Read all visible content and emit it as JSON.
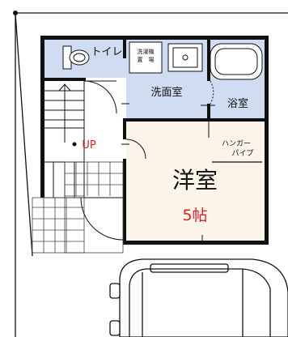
{
  "rooms": {
    "toilet": "トイレ",
    "washroom": "洗面室",
    "bath": "浴室",
    "western_room": "洋室",
    "western_room_size": "5帖"
  },
  "fixtures": {
    "washer_line1": "洗濯機",
    "washer_line2": "置　場",
    "hanger_line1": "ハンガー",
    "hanger_line2": "パイプ"
  },
  "stairs": {
    "up_label": "UP"
  },
  "colors": {
    "wet_area": "#cfdcf2",
    "western_room": "#fbf4ea",
    "wall": "#111111",
    "up_label": "#e02020",
    "size_label": "#e02020"
  }
}
